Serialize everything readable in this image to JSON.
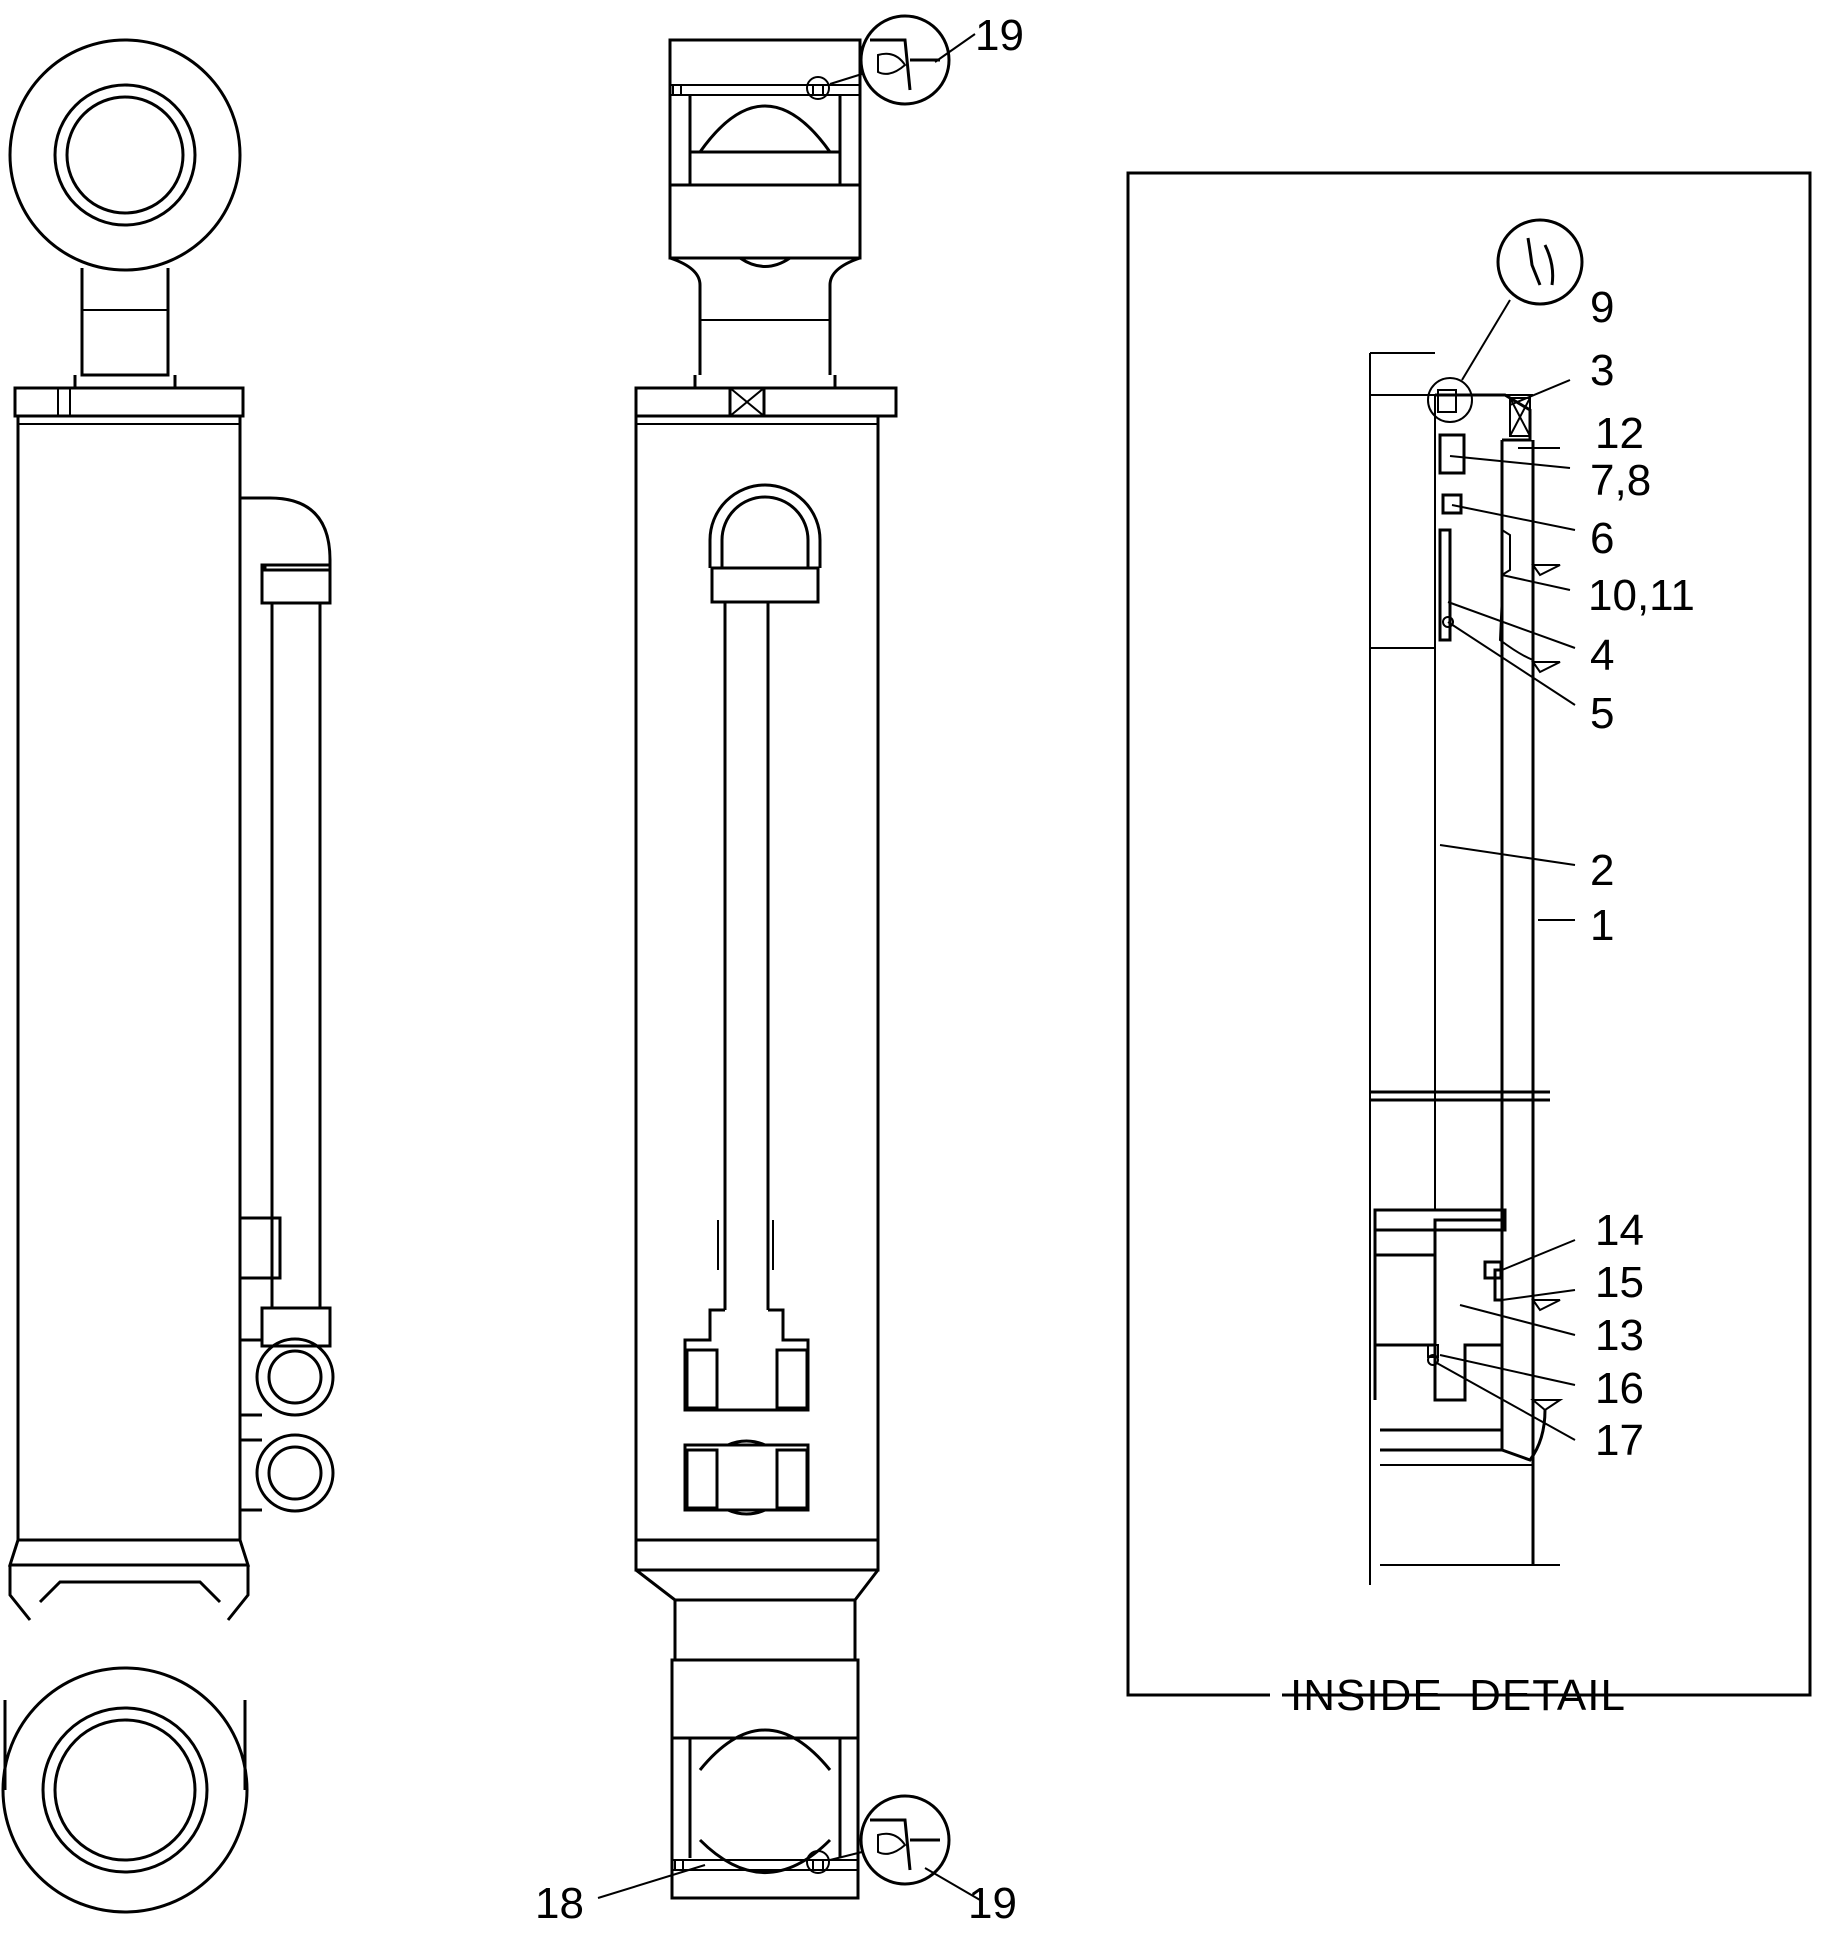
{
  "detail_title": "INSIDE  DETAIL",
  "labels": {
    "l19a": "19",
    "l19b": "19",
    "l18": "18",
    "l9": "9",
    "l3": "3",
    "l12": "12",
    "l78": "7,8",
    "l6": "6",
    "l1011": "10,11",
    "l4": "4",
    "l5": "5",
    "l2": "2",
    "l1": "1",
    "l14": "14",
    "l15": "15",
    "l13": "13",
    "l16": "16",
    "l17": "17"
  }
}
